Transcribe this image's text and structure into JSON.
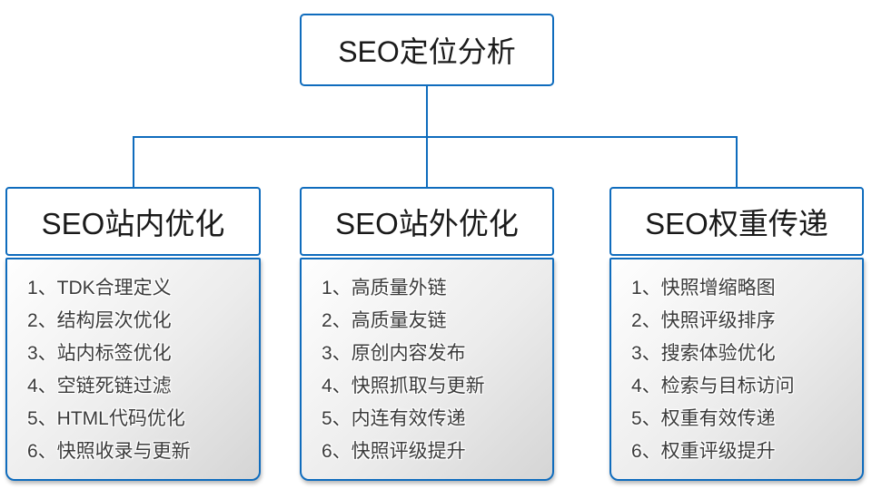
{
  "colors": {
    "accent": "#0f6cbd",
    "header_text": "#1a1a1a",
    "list_text": "#3b3b3b",
    "list_bg_start": "#fefefe",
    "list_bg_end": "#d5d5d5"
  },
  "root": {
    "title": "SEO定位分析"
  },
  "branches": [
    {
      "title": "SEO站内优化",
      "items": [
        "1、TDK合理定义",
        "2、结构层次优化",
        "3、站内标签优化",
        "4、空链死链过滤",
        "5、HTML代码优化",
        "6、快照收录与更新"
      ]
    },
    {
      "title": "SEO站外优化",
      "items": [
        "1、高质量外链",
        "2、高质量友链",
        "3、原创内容发布",
        "4、快照抓取与更新",
        "5、内连有效传递",
        "6、快照评级提升"
      ]
    },
    {
      "title": "SEO权重传递",
      "items": [
        "1、快照增缩略图",
        "2、快照评级排序",
        "3、搜索体验优化",
        "4、检索与目标访问",
        "5、权重有效传递",
        "6、权重评级提升"
      ]
    }
  ]
}
